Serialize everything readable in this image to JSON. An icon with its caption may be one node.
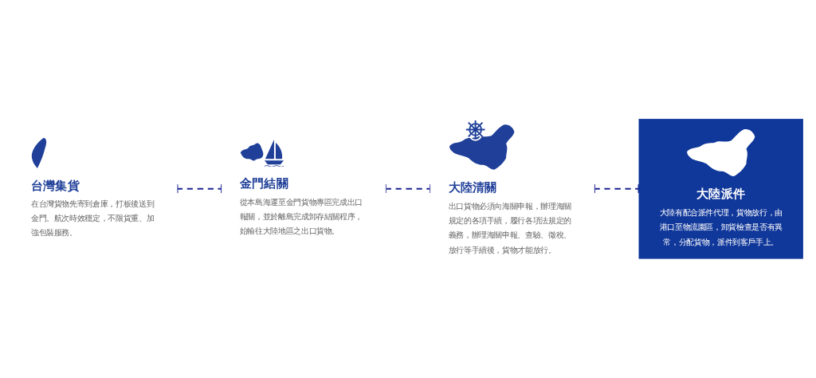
{
  "diagram": {
    "nodes": [
      {
        "text": [
          "台灣集貨",
          "在台灣貨物先寄到倉庫，打板後送到金門。航次時效穩定，不限貨重、加強包裝服務。"
        ]
      },
      {
        "text": [
          "金門結關",
          "從本島海運至金門貨物專區完成出口報關，並於離島完成卸存結關程序，始輸往大陸地區之出口貨物。"
        ]
      },
      {
        "text": [
          "大陸清關",
          "出口貨物必須向海關申報，辦理海關規定的各項手續，履行各項法規定的義務，辦理海關申報、查驗、徵稅、放行等手續後，貨物才能放行。"
        ]
      },
      {
        "text": [
          "大陸派件",
          "大陸有配合派件代理，貨物放行，由港口至物流園區，卸貨檢查是否有異常，分配貨物，派件到客戶手上。"
        ]
      }
    ],
    "edges": [
      {
        "from": 0,
        "to": 1,
        "arrow": "other",
        "style": "dashed"
      },
      {
        "from": 1,
        "to": 2,
        "arrow": "other",
        "style": "dashed"
      },
      {
        "from": 2,
        "to": 3,
        "arrow": "other",
        "style": "dashed"
      }
    ]
  }
}
